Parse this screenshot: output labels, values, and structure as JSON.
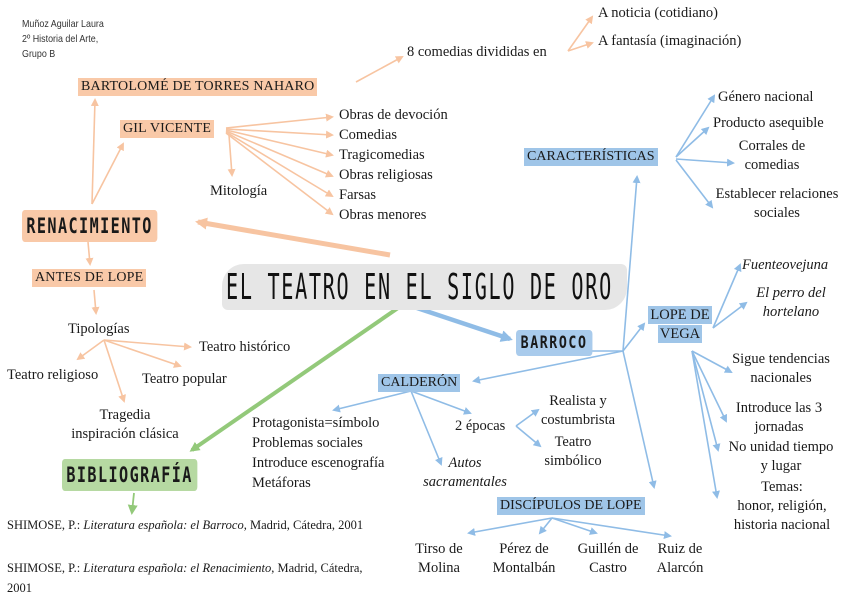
{
  "author": {
    "name": "Muñoz Aguilar Laura",
    "course": "2º Historia del Arte,",
    "group": "Grupo B"
  },
  "title": "EL TEATRO EN EL SIGLO DE ORO",
  "colors": {
    "renacimiento": "#f9c9a8",
    "renacimiento_line": "#f7c4a1",
    "barroco": "#9fc5e8",
    "barroco_line": "#8fbce6",
    "bibliografia": "#b6d9a2",
    "bibliografia_line": "#93c97a",
    "title_bg": "#e6e6e6"
  },
  "renacimiento": {
    "label": "RENACIMIENTO",
    "torres_naharro": {
      "label": "BARTOLOMÉ DE TORRES NAHARO",
      "comedias": "8 comedias divididas en",
      "types": [
        "A noticia (cotidiano)",
        "A fantasía (imaginación)"
      ]
    },
    "gil_vicente": {
      "label": "GIL VICENTE",
      "mitologia": "Mitología",
      "obras": [
        "Obras de devoción",
        "Comedias",
        "Tragicomedias",
        "Obras religiosas",
        "Farsas",
        "Obras menores"
      ]
    },
    "antes_de_lope": {
      "label": "ANTES DE LOPE",
      "tipologias": "Tipologías",
      "items": {
        "historico": "Teatro histórico",
        "religioso": "Teatro religioso",
        "popular": "Teatro popular",
        "tragedia_1": "Tragedia",
        "tragedia_2": "inspiración clásica"
      }
    }
  },
  "barroco": {
    "label": "BARROCO",
    "caracteristicas": {
      "label": "CARACTERÍSTICAS",
      "items": {
        "genero": "Género nacional",
        "producto": "Producto asequible",
        "corrales_1": "Corrales de",
        "corrales_2": "comedias",
        "relaciones_1": "Establecer relaciones",
        "relaciones_2": "sociales"
      }
    },
    "lope_de_vega": {
      "label_1": "LOPE DE",
      "label_2": "VEGA",
      "obras": {
        "fuenteovejuna": "Fuenteovejuna",
        "perro_1": "El perro del",
        "perro_2": "hortelano"
      },
      "rasgos": {
        "tendencias_1": "Sigue tendencias",
        "tendencias_2": "nacionales",
        "jornadas_1": "Introduce las 3",
        "jornadas_2": "jornadas",
        "unidad_1": "No unidad tiempo",
        "unidad_2": "y lugar",
        "temas_1": "Temas:",
        "temas_2": "honor, religión,",
        "temas_3": "historia nacional"
      }
    },
    "calderon": {
      "label": "CALDERÓN",
      "rasgos": [
        "Protagonista=símbolo",
        "Problemas sociales",
        "Introduce escenografía",
        "Metáforas"
      ],
      "autos_1": "Autos",
      "autos_2": "sacramentales",
      "epocas": "2 épocas",
      "epoca_realista_1": "Realista y",
      "epoca_realista_2": "costumbrista",
      "epoca_simbolico_1": "Teatro",
      "epoca_simbolico_2": "simbólico"
    },
    "discipulos": {
      "label": "DISCÍPULOS DE LOPE",
      "names": [
        {
          "line1": "Tirso de",
          "line2": "Molina"
        },
        {
          "line1": "Pérez de",
          "line2": "Montalbán"
        },
        {
          "line1": "Guillén de",
          "line2": "Castro"
        },
        {
          "line1": "Ruiz de",
          "line2": "Alarcón"
        }
      ]
    }
  },
  "bibliografia": {
    "label": "BIBLIOGRAFÍA",
    "refs": [
      {
        "author": "SHIMOSE, P.: ",
        "title": "Literatura española: el Barroco",
        "rest": ", Madrid, Cátedra, 2001"
      },
      {
        "author": "SHIMOSE, P.: ",
        "title": "Literatura española: el Renacimiento",
        "rest": ", Madrid, Cátedra, 2001"
      }
    ]
  }
}
